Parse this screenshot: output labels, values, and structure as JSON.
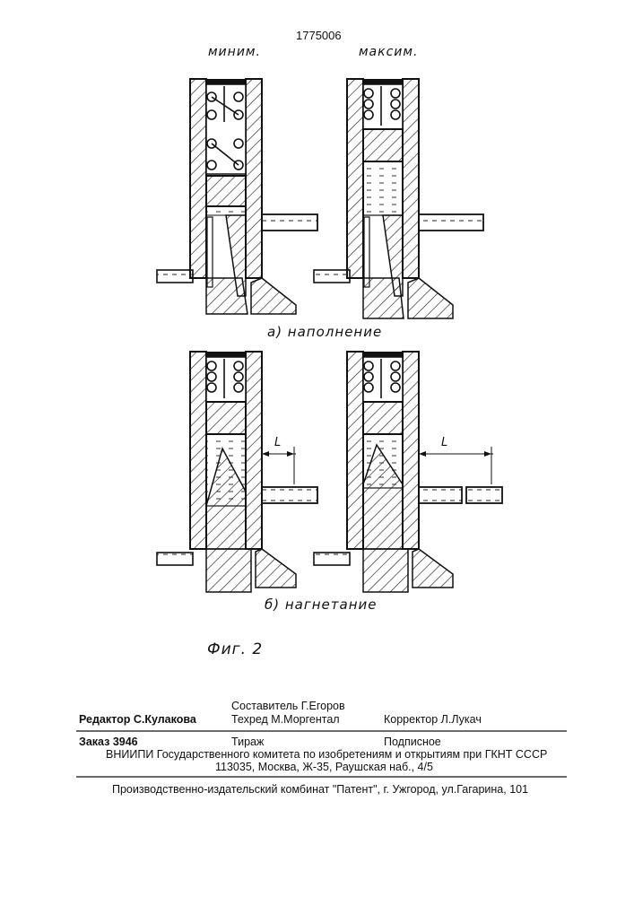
{
  "header": {
    "patent_number": "1775006"
  },
  "figure": {
    "label_min": "миним.",
    "label_max": "максим.",
    "caption_a": "а) наполнение",
    "caption_b": "б) нагнетание",
    "dimension_label": "L",
    "fig_label": "Фиг. 2"
  },
  "footer": {
    "editor": "Редактор  С.Кулакова",
    "compiler": "Составитель  Г.Егоров",
    "techred": "Техред М.Моргентал",
    "corrector": "Корректор Л.Лукач",
    "order": "Заказ  3946",
    "circulation": "Тираж",
    "subscription": "Подписное",
    "vniipi": "ВНИИПИ Государственного комитета по изобретениям и открытиям при ГКНТ СССР",
    "address": "113035, Москва, Ж-35, Раушская наб., 4/5",
    "publisher": "Производственно-издательский комбинат \"Патент\", г. Ужгород, ул.Гагарина, 101"
  }
}
